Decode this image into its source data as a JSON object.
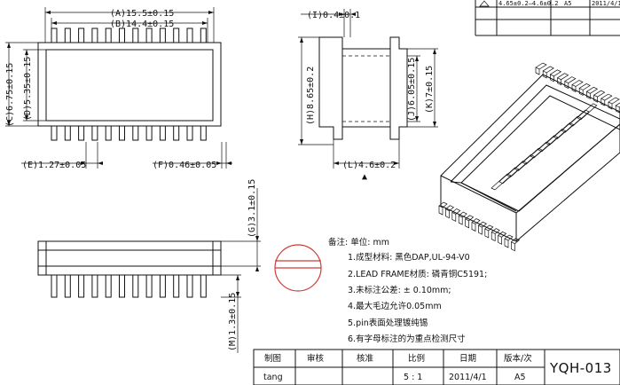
{
  "top_view": {
    "dim_a": "(A)15.5±0.15",
    "dim_b": "(B)14.4±0.15",
    "dim_c": "(C)6.75±0.15",
    "dim_d": "(D)5.35±0.15",
    "dim_e": "(E)1.27±0.05",
    "dim_f": "(F)0.46±0.05"
  },
  "side_view": {
    "dim_i": "(I)0.4±0.1",
    "dim_h": "(H)8.65±0.2",
    "dim_j": "(J)6.05±0.15",
    "dim_k": "(K)7±0.15",
    "dim_l": "(L)4.6±0.2",
    "datum_mark": "▲"
  },
  "front_view": {
    "dim_g": "(G)3.1±0.15",
    "dim_m": "(M)1.3±0.15"
  },
  "notes": {
    "heading": "备注:   单位: mm",
    "items": [
      "1.成型材料: 黑色DAP,UL-94-V0",
      "2.LEAD FRAME材质: 磷青铜C5191;",
      "3.未标注公差: ± 0.10mm;",
      "4.最大毛边允许0.05mm",
      "5.pin表面处理镀纯锡",
      "6.有字母标注的为重点检测尺寸"
    ]
  },
  "title_block": {
    "headers": [
      "制图",
      "审核",
      "核准",
      "比例",
      "日期",
      "版本/次"
    ],
    "values": [
      "tang",
      "",
      "",
      "5 : 1",
      "2011/4/1",
      "A5"
    ],
    "part_number": "YQH-013"
  },
  "revision_block": {
    "cells": [
      "4.65±0.2—4.6±0.2",
      "A5",
      "2011/4/1"
    ]
  }
}
